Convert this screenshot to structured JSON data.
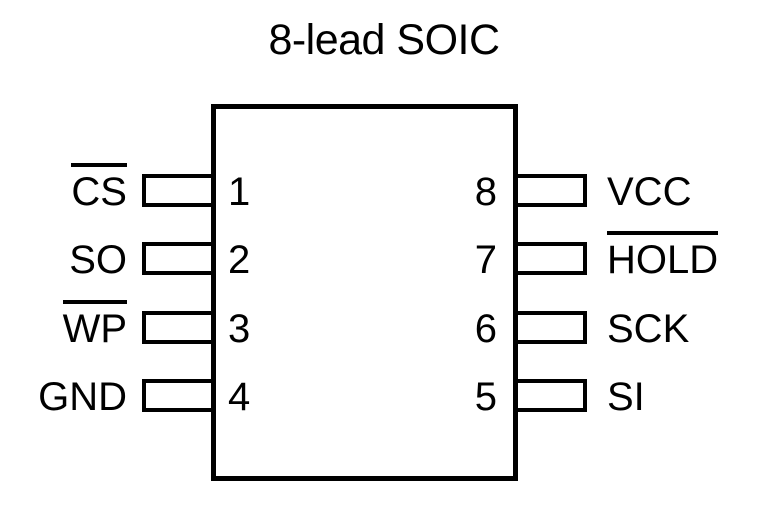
{
  "title": "8-lead SOIC",
  "package": {
    "name": "SOIC",
    "lead_count": 8,
    "body_outline_color": "#000000",
    "background_color": "#ffffff"
  },
  "pins": {
    "left": [
      {
        "number": "1",
        "label": "CS",
        "active_low": true
      },
      {
        "number": "2",
        "label": "SO",
        "active_low": false
      },
      {
        "number": "3",
        "label": "WP",
        "active_low": true
      },
      {
        "number": "4",
        "label": "GND",
        "active_low": false
      }
    ],
    "right": [
      {
        "number": "8",
        "label": "VCC",
        "active_low": false
      },
      {
        "number": "7",
        "label": "HOLD",
        "active_low": true
      },
      {
        "number": "6",
        "label": "SCK",
        "active_low": false
      },
      {
        "number": "5",
        "label": "SI",
        "active_low": false
      }
    ]
  }
}
